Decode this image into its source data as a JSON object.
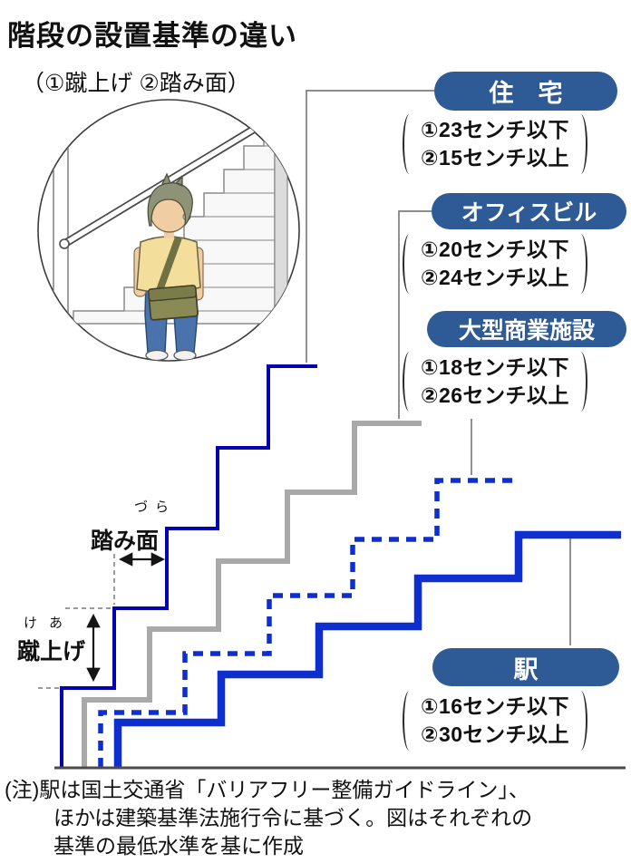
{
  "title": "階段の設置基準の違い",
  "subtitle": "（①蹴上げ ②踏み面）",
  "colors": {
    "pill_bg": "#2e5a96",
    "pill_text": "#ffffff",
    "housing_line": "#0202b0",
    "office_line": "#a9a9a9",
    "mall_line": "#0d2fcf",
    "station_line": "#0d2fcf",
    "leader_line": "#7d7d7d",
    "guide_dash": "#8c8c8c",
    "arrow": "#141414",
    "ground_line": "#4b4b4b"
  },
  "measure_labels": {
    "tread": {
      "text": "踏み面",
      "furigana": "づら"
    },
    "riser": {
      "text": "蹴上げ",
      "furigana": "けあ"
    }
  },
  "categories": [
    {
      "id": "housing",
      "label": "住　宅",
      "riser_rule": "①23センチ以下",
      "tread_rule": "②15センチ以上",
      "riser_cm": 23,
      "tread_cm": 15,
      "line_style": "solid thin dark blue"
    },
    {
      "id": "office",
      "label": "オフィスビル",
      "riser_rule": "①20センチ以下",
      "tread_rule": "②24センチ以上",
      "riser_cm": 20,
      "tread_cm": 24,
      "line_style": "solid gray"
    },
    {
      "id": "mall",
      "label": "大型商業施設",
      "riser_rule": "①18センチ以下",
      "tread_rule": "②26センチ以上",
      "riser_cm": 18,
      "tread_cm": 26,
      "line_style": "dashed blue"
    },
    {
      "id": "station",
      "label": "駅",
      "riser_rule": "①16センチ以下",
      "tread_rule": "②30センチ以上",
      "riser_cm": 16,
      "tread_cm": 30,
      "line_style": "solid thick blue"
    }
  ],
  "footnote": {
    "lines": [
      "(注)駅は国土交通省「バリアフリー整備ガイドライン」、",
      "ほかは建築基準法施行令に基づく。図はそれぞれの",
      "基準の最低水準を基に作成"
    ]
  }
}
